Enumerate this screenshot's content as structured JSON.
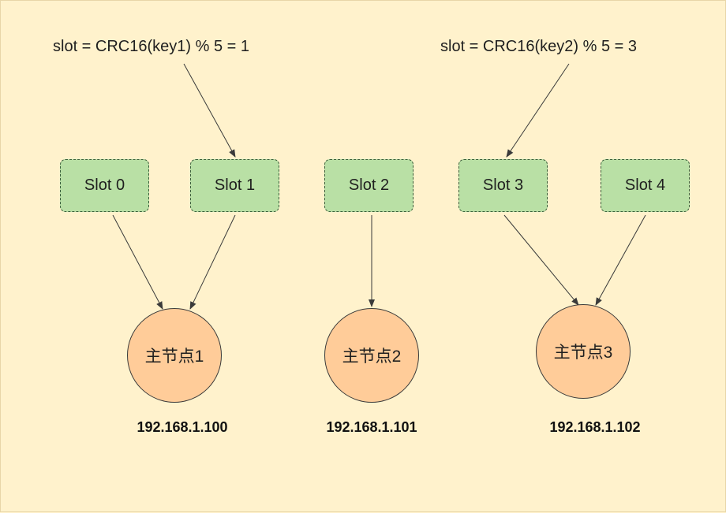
{
  "formulas": [
    {
      "id": "f1",
      "text": "slot = CRC16(key1) % 5 = 1"
    },
    {
      "id": "f2",
      "text": "slot = CRC16(key2) % 5 = 3"
    }
  ],
  "slots": [
    {
      "id": "slot0",
      "label": "Slot 0"
    },
    {
      "id": "slot1",
      "label": "Slot 1"
    },
    {
      "id": "slot2",
      "label": "Slot 2"
    },
    {
      "id": "slot3",
      "label": "Slot 3"
    },
    {
      "id": "slot4",
      "label": "Slot 4"
    }
  ],
  "nodes": [
    {
      "id": "node1",
      "label": "主节点1",
      "ip": "192.168.1.100"
    },
    {
      "id": "node2",
      "label": "主节点2",
      "ip": "192.168.1.101"
    },
    {
      "id": "node3",
      "label": "主节点3",
      "ip": "192.168.1.102"
    }
  ],
  "edges": [
    {
      "from": "f1",
      "to": "slot1"
    },
    {
      "from": "f2",
      "to": "slot3"
    },
    {
      "from": "slot0",
      "to": "node1"
    },
    {
      "from": "slot1",
      "to": "node1"
    },
    {
      "from": "slot2",
      "to": "node2"
    },
    {
      "from": "slot3",
      "to": "node3"
    },
    {
      "from": "slot4",
      "to": "node3"
    }
  ],
  "colors": {
    "background": "#fff2cc",
    "slot_fill": "#b9e0a5",
    "slot_border": "#3b5e3b",
    "node_fill": "#ffcc99",
    "edge": "#3a3a3a"
  }
}
